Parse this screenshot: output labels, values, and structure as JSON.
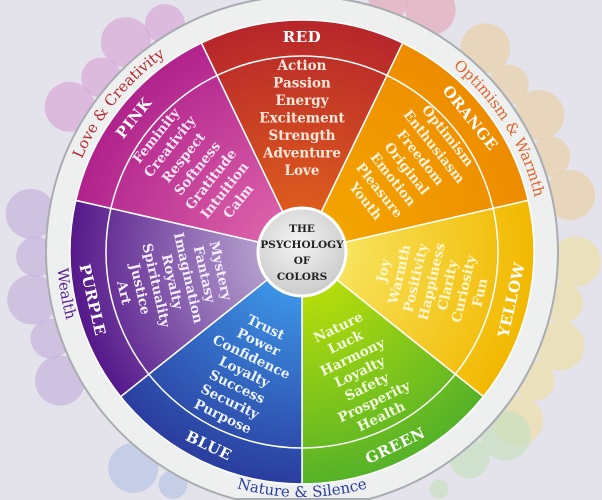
{
  "title": [
    "THE",
    "PSYCHOLOGY",
    "OF",
    "COLORS"
  ],
  "segments": [
    {
      "label": "RED",
      "color_outer": "#b7262b",
      "color_inner": "#dc5a1e",
      "text_color": "#fbe9dc",
      "words": [
        "Action",
        "Passion",
        "Energy",
        "Excitement",
        "Strength",
        "Adventure",
        "Love"
      ]
    },
    {
      "label": "ORANGE",
      "color_outer": "#ee8c00",
      "color_inner": "#f3a400",
      "text_color": "#fff2d8",
      "words": [
        "Optimism",
        "Enthusiasm",
        "Freedom",
        "Original",
        "Emotion",
        "Pleasure",
        "Youth"
      ]
    },
    {
      "label": "YELLOW",
      "color_outer": "#f2b800",
      "color_inner": "#f7e25a",
      "text_color": "#fff6cf",
      "words": [
        "Joy",
        "Warmth",
        "Positivity",
        "Happiness",
        "Clarity",
        "Curiosity",
        "Fun"
      ]
    },
    {
      "label": "GREEN",
      "color_outer": "#55b228",
      "color_inner": "#b4dc0c",
      "text_color": "#f3ffe0",
      "words": [
        "Nature",
        "Luck",
        "Harmony",
        "Loyalty",
        "Safety",
        "Prosperity",
        "Health"
      ]
    },
    {
      "label": "BLUE",
      "color_outer": "#2a3d9e",
      "color_inner": "#3c92e4",
      "text_color": "#eef4ff",
      "words": [
        "Trust",
        "Power",
        "Confidence",
        "Loyalty",
        "Success",
        "Security",
        "Purpose"
      ]
    },
    {
      "label": "PURPLE",
      "color_outer": "#55188a",
      "color_inner": "#b29ccc",
      "text_color": "#f4ecff",
      "words": [
        "Mystery",
        "Fantasy",
        "Imagination",
        "Royalty",
        "Spirituality",
        "Justice",
        "Art"
      ]
    },
    {
      "label": "PINK",
      "color_outer": "#b0238c",
      "color_inner": "#da5ea8",
      "text_color": "#fde6f4",
      "words": [
        "Feminity",
        "Creativity",
        "Respect",
        "Softness",
        "Gratitude",
        "Intuition",
        "Calm"
      ]
    }
  ],
  "ring_labels": [
    {
      "text": "Love & Creativity",
      "color": "#b8262f",
      "direction": "cw",
      "angle": -51
    },
    {
      "text": "Optimism & Warmth",
      "color": "#e0642a",
      "direction": "cw",
      "angle": 58
    },
    {
      "text": "Wealth",
      "color": "#5a1f8e",
      "direction": "ccw",
      "angle": -100
    },
    {
      "text": "Nature & Silence",
      "color": "#2a3d9e",
      "direction": "ccw",
      "angle": 180
    }
  ],
  "splash_colors": [
    "#d9a8d8",
    "#e4a9bb",
    "#e8cfa8",
    "#ece0a8",
    "#c8e0c0",
    "#b8c4e4",
    "#c6b4dc"
  ]
}
